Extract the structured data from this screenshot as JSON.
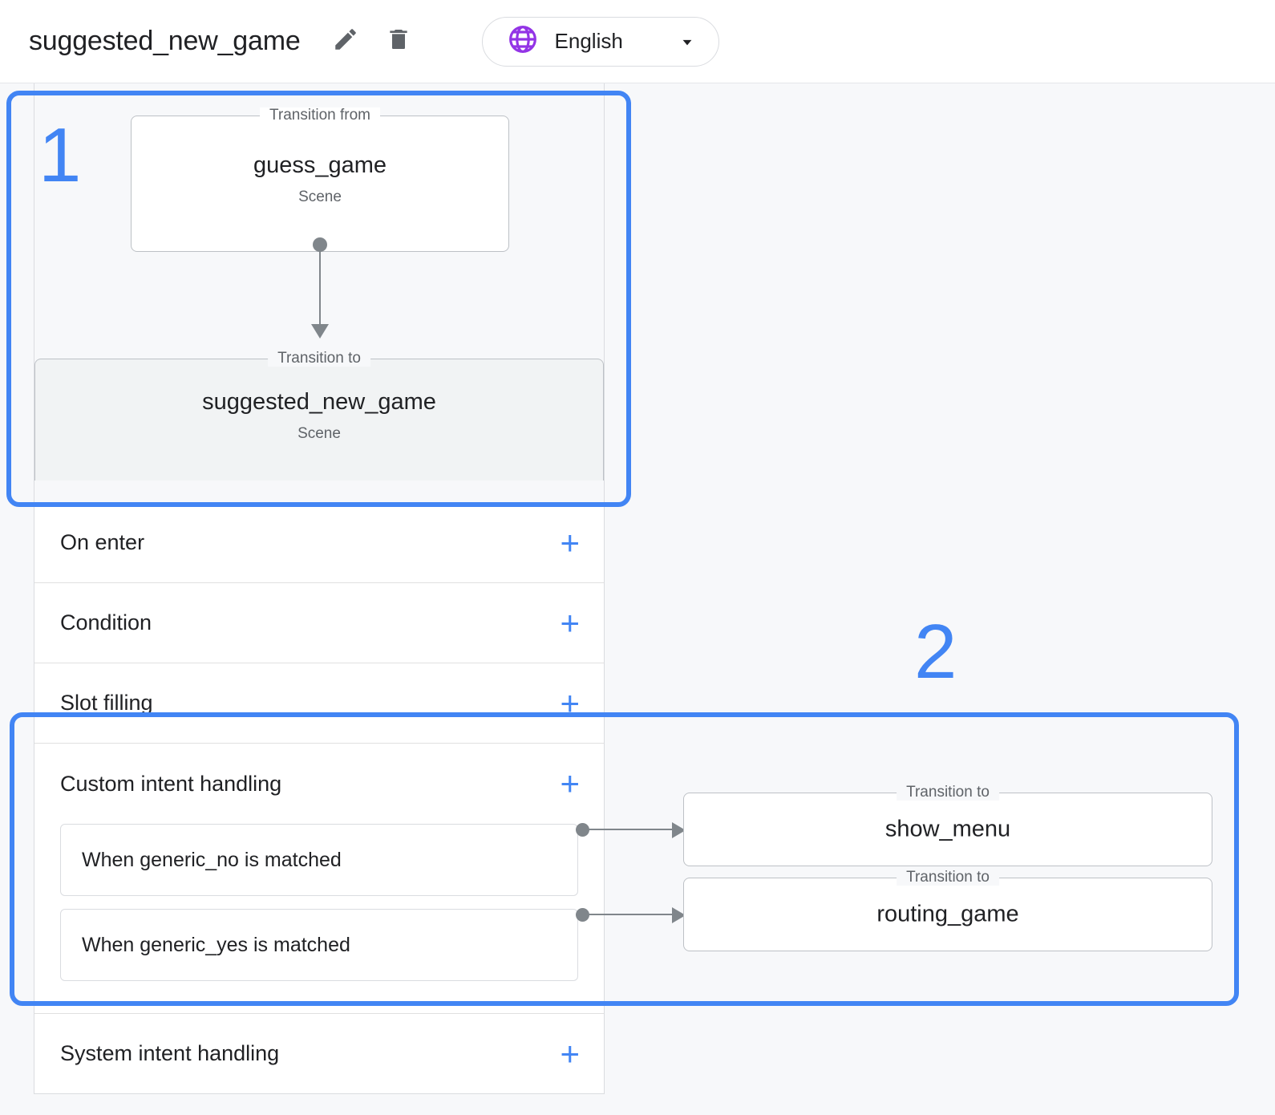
{
  "header": {
    "title": "suggested_new_game",
    "edit_icon": "pencil-icon",
    "delete_icon": "trash-icon",
    "language": {
      "icon": "globe-icon",
      "label": "English",
      "caret": "chevron-down-icon",
      "icon_color": "#9334e6"
    }
  },
  "graph": {
    "from_node": {
      "legend": "Transition from",
      "title": "guess_game",
      "subtitle": "Scene"
    },
    "to_node": {
      "legend": "Transition to",
      "title": "suggested_new_game",
      "subtitle": "Scene"
    }
  },
  "sections": [
    {
      "label": "On enter",
      "add": "+"
    },
    {
      "label": "Condition",
      "add": "+"
    },
    {
      "label": "Slot filling",
      "add": "+"
    }
  ],
  "custom_intent_handling": {
    "label": "Custom intent handling",
    "add": "+",
    "items": [
      {
        "label": "When generic_no is matched",
        "target_legend": "Transition to",
        "target": "show_menu"
      },
      {
        "label": "When generic_yes is matched",
        "target_legend": "Transition to",
        "target": "routing_game"
      }
    ]
  },
  "system_intent_handling": {
    "label": "System intent handling",
    "add": "+"
  },
  "annotations": [
    {
      "number": "1",
      "color": "#4285f4"
    },
    {
      "number": "2",
      "color": "#4285f4"
    }
  ],
  "colors": {
    "accent_blue": "#4285f4",
    "page_background": "#f7f8fa",
    "card_background": "#ffffff",
    "muted_text": "#5f6368",
    "edge_gray": "#80868b",
    "selected_node_fill": "#f1f3f4"
  }
}
